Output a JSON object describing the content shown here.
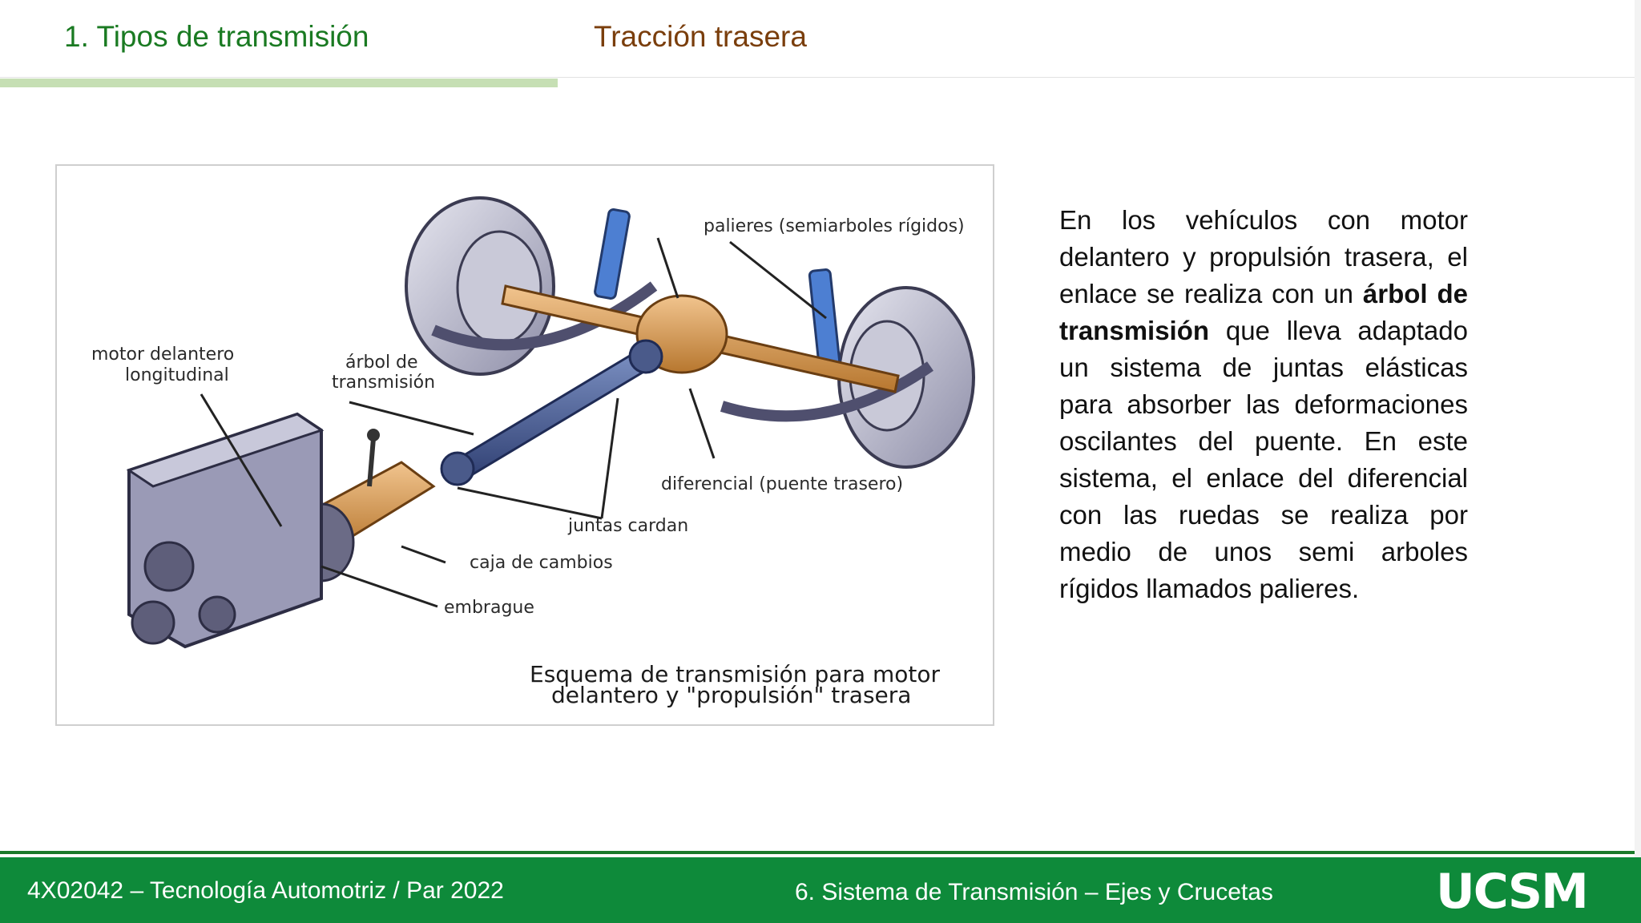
{
  "header": {
    "section_title": "1. Tipos de transmisión",
    "topic_title": "Tracción trasera"
  },
  "figure": {
    "labels": {
      "palieres": "palieres (semiarboles rígidos)",
      "motor_line1": "motor delantero",
      "motor_line2": "longitudinal",
      "arbol_line1": "árbol de",
      "arbol_line2": "transmisión",
      "diferencial": "diferencial (puente trasero)",
      "juntas": "juntas cardan",
      "caja": "caja de cambios",
      "embrague": "embrague"
    },
    "caption_line1": "Esquema de transmisión para motor",
    "caption_line2": "delantero y \"propulsión\" trasera"
  },
  "body": {
    "p1": "En los vehículos con motor delantero y propulsión trasera, el enlace se realiza con un ",
    "bold": "árbol de transmisión",
    "p2": " que lleva adaptado un sistema de juntas elásticas para absorber las deformaciones oscilantes del puente. En este sistema, el enlace del diferencial con las ruedas se realiza por medio de unos semi arboles rígidos llamados palieres."
  },
  "footer": {
    "course": "4X02042 – Tecnología Automotriz  / Par 2022",
    "chapter": "6. Sistema de Transmisión – Ejes y Crucetas",
    "logo": "UCSM"
  },
  "colors": {
    "section_title": "#1a7a22",
    "topic_title": "#7a3e0c",
    "progress": "#c6dfb4",
    "footer": "#0e8a3a"
  }
}
